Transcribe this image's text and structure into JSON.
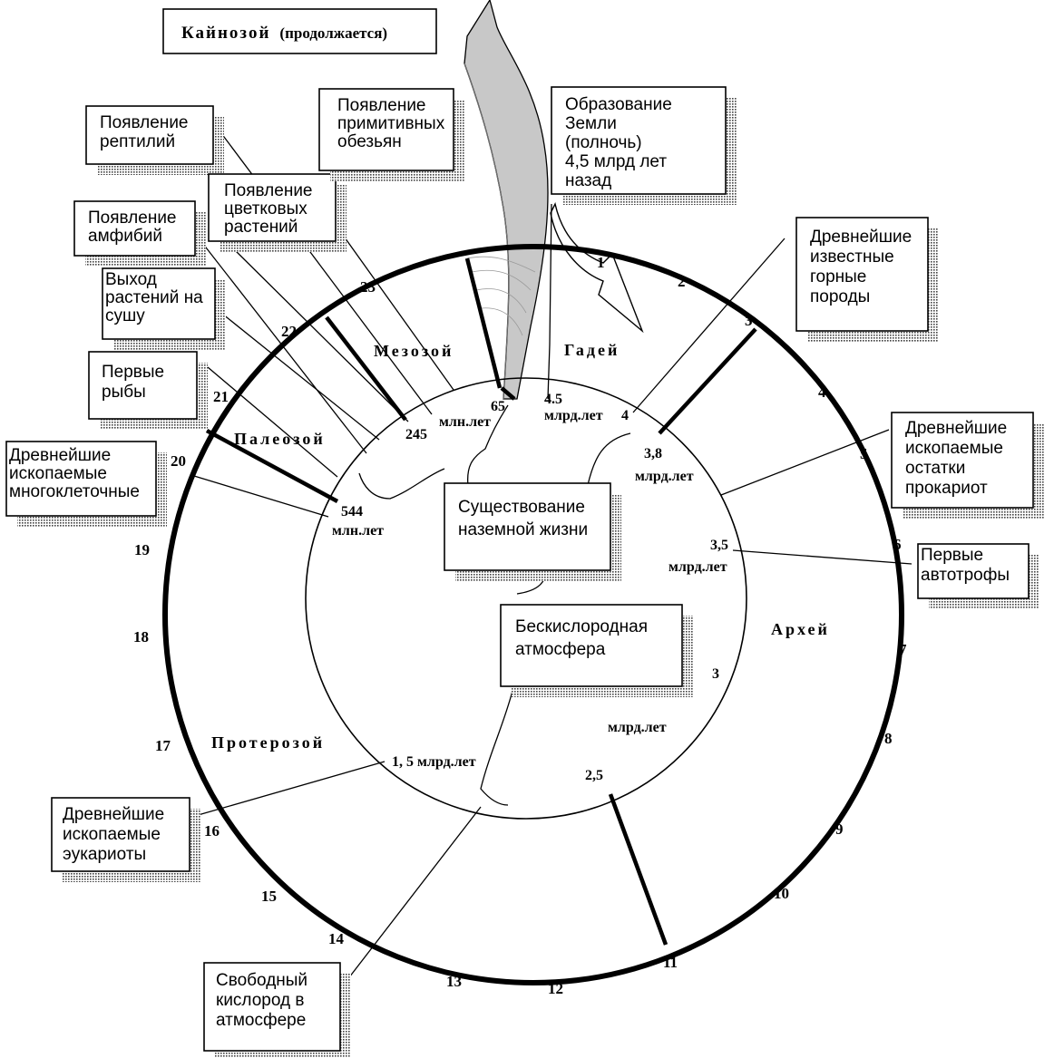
{
  "title": {
    "main": "Кайнозой",
    "sub": "(продолжается)"
  },
  "eras": {
    "gadey": "Гадей",
    "arhey": "Архей",
    "proterozoy": "Протерозой",
    "paleozoy": "Палеозой",
    "mezozoy": "Мезозой"
  },
  "hours": [
    "1",
    "2",
    "3",
    "4",
    "5",
    "6",
    "7",
    "8",
    "9",
    "10",
    "11",
    "12",
    "13",
    "14",
    "15",
    "16",
    "17",
    "18",
    "19",
    "20",
    "21",
    "22",
    "23"
  ],
  "ages": {
    "a65": "65",
    "a65_unit": "млн.лет",
    "a45": "4.5",
    "a45_unit": "млрд.лет",
    "a4": "4",
    "a38": "3,8",
    "a38_unit": "млрд.лет",
    "a35": "3,5",
    "a35_unit": "млрд.лет",
    "a3": "3",
    "a3_unit": "млрд.лет",
    "a25": "2,5",
    "a15": "1, 5 млрд.лет",
    "a544": "544",
    "a544_unit": "млн.лет",
    "a245": "245"
  },
  "boxes": {
    "earth_formation": [
      "Образование",
      "Земли",
      "(полночь)",
      "4,5 млрд лет",
      "назад"
    ],
    "oldest_rocks": [
      "Древнейшие",
      "известные",
      "горные",
      "породы"
    ],
    "prokaryotes": [
      "Древнейшие",
      "ископаемые",
      "остатки",
      "прокариот"
    ],
    "autotrophs": [
      "Первые",
      "автотрофы"
    ],
    "land_life": [
      "Существование",
      "наземной жизни"
    ],
    "anoxic": [
      "Бескислородная",
      "атмосфера"
    ],
    "free_oxygen": [
      "Свободный",
      "кислород в",
      "атмосфере"
    ],
    "eukaryotes": [
      "Древнейшие",
      "ископаемые",
      "эукариоты"
    ],
    "multicellular": [
      "Древнейшие",
      "ископаемые",
      "многоклеточные"
    ],
    "fish": [
      "Первые",
      "рыбы"
    ],
    "land_plants": [
      "Выход",
      "растений на",
      "сушу"
    ],
    "amphibians": [
      "Появление",
      "амфибий"
    ],
    "reptiles": [
      "Появление",
      "рептилий"
    ],
    "flowering": [
      "Появление",
      "цветковых",
      "растений"
    ],
    "primates": [
      "Появление",
      "примитивных",
      "обезьян"
    ]
  }
}
